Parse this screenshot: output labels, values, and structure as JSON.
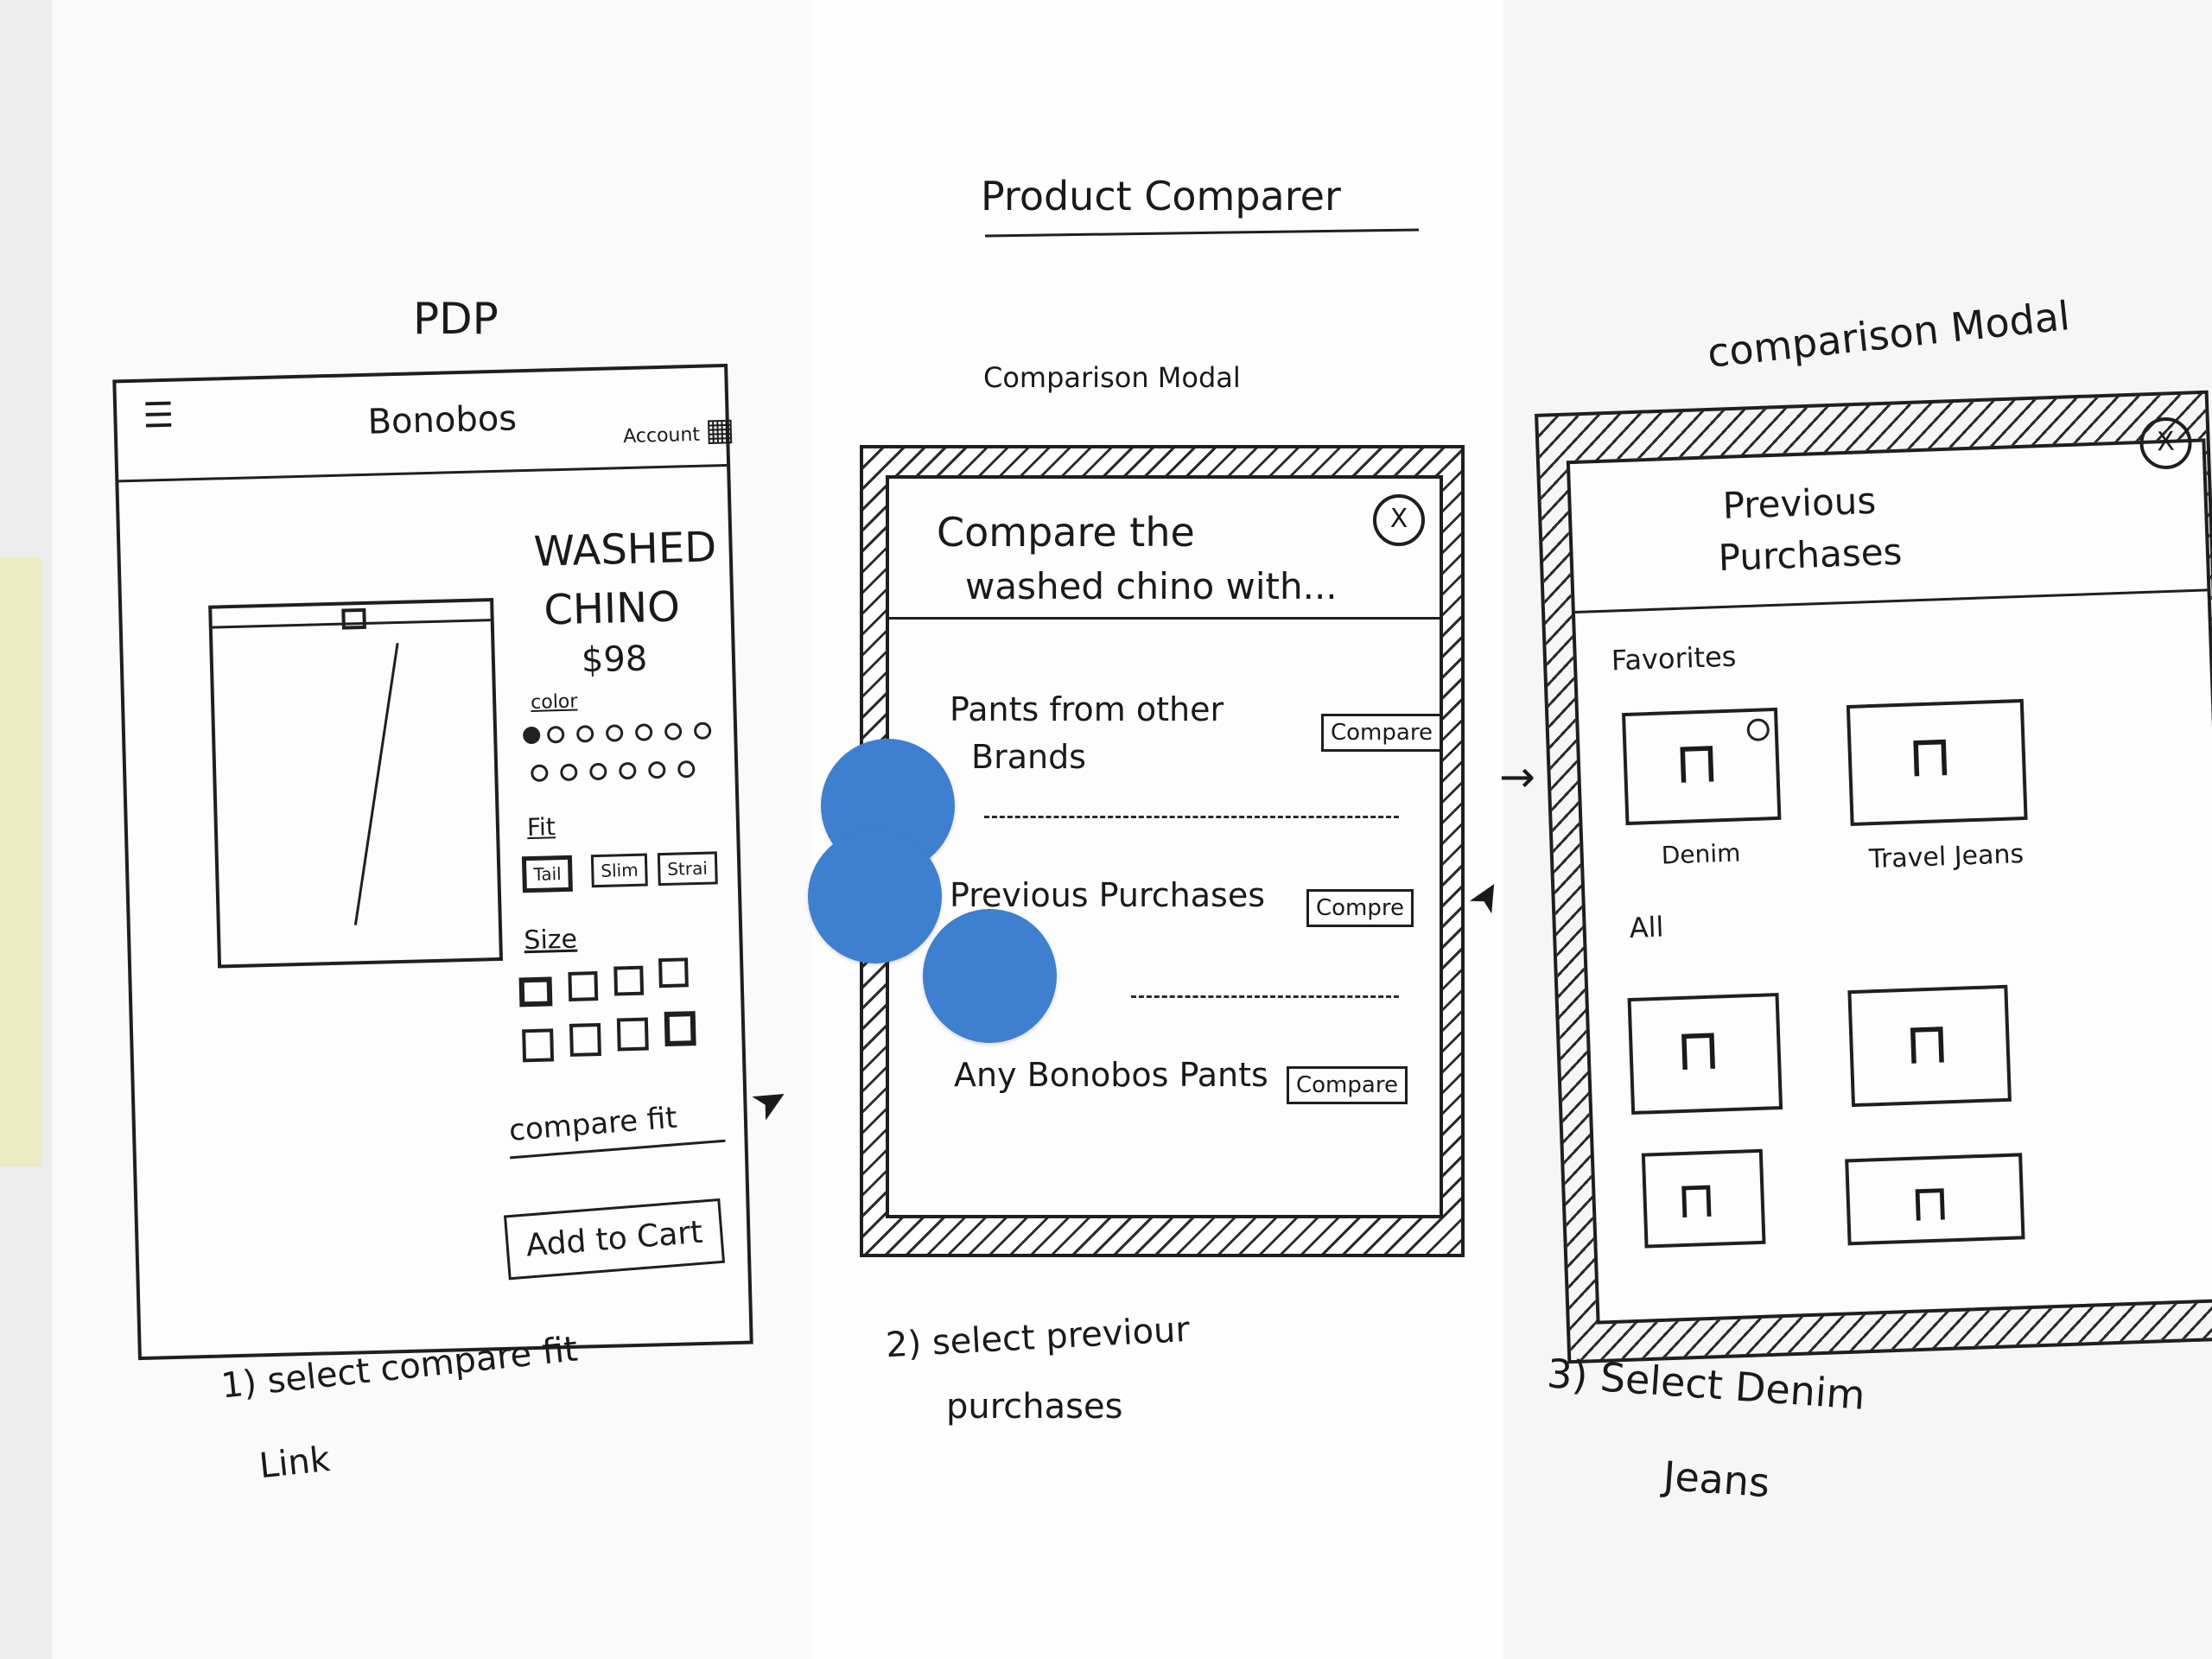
{
  "header": {
    "title": "Product Comparer"
  },
  "screen1": {
    "heading": "PDP",
    "brand": "Bonobos",
    "account": "Account",
    "product_name_1": "WASHED",
    "product_name_2": "CHINO",
    "price": "$98",
    "color_label": "color",
    "fit_label": "Fit",
    "fit_options": [
      "Tail",
      "Slim",
      "Strai"
    ],
    "size_label": "Size",
    "compare_link": "compare fit",
    "add_to_cart": "Add to Cart",
    "caption_1": "1) select compare fit",
    "caption_2": "Link"
  },
  "screen2": {
    "heading": "Comparison Modal",
    "title_1": "Compare the",
    "title_2": "washed chino with...",
    "close": "X",
    "row1_1": "Pants from other",
    "row1_2": "Brands",
    "row1_btn": "Compare",
    "row2": "Previous Purchases",
    "row2_btn": "Compre",
    "row3": "Any Bonobos Pants",
    "row3_btn": "Compare",
    "caption_1": "2) select previour",
    "caption_2": "purchases"
  },
  "screen3": {
    "heading": "comparison Modal",
    "title_1": "Previous",
    "title_2": "Purchases",
    "close": "X",
    "favorites_label": "Favorites",
    "fav1": "Denim",
    "fav2": "Travel Jeans",
    "all_label": "All",
    "caption_1": "3) Select Denim",
    "caption_2": "Jeans"
  },
  "colors": {
    "paper": "#fafafa",
    "ink": "#1f1f1f",
    "dot": "#3f7fd0",
    "sticky": "#ecebc3"
  }
}
